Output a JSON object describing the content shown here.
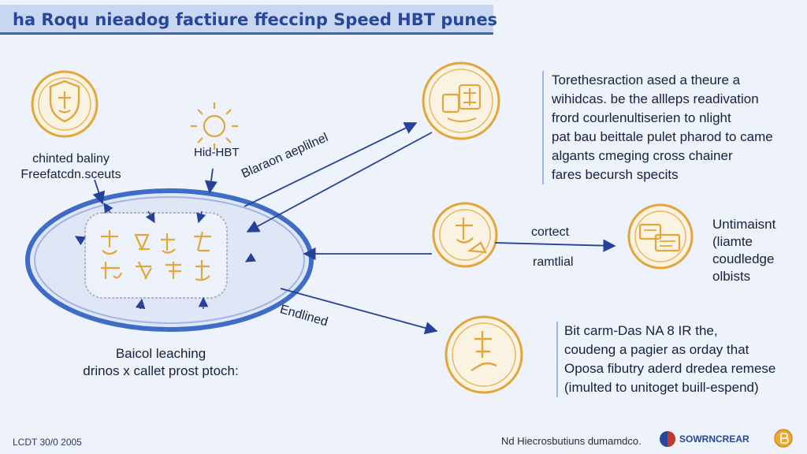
{
  "title": "ha Roqu nieadog factiure ffeccinp Speed HBT punes",
  "left_label": {
    "line1": "chinted baliny",
    "line2": "Freefatcdn.sceuts"
  },
  "sun_label": "Hid-HBT",
  "bottom_label": {
    "line1": "Baicol leaching",
    "line2": "drinos x callet prost ptoch:"
  },
  "arrow_labels": {
    "top": "Blaraon aeplilnel",
    "middle_top": "cortect",
    "middle_bottom": "ramtlial",
    "bottom": "Endlined"
  },
  "note_top": [
    "Torethesraction ased a theure a",
    "wihidcas. be the allleps readivation",
    "frord courlenultiserien to nlight",
    "pat bau beittale pulet pharod to came",
    "algants cmeging cross chainer",
    "fares becursh specits"
  ],
  "note_right": [
    "Untimaisnt",
    "(liamte",
    "coudledge",
    "olbists"
  ],
  "note_bottom": [
    "Bit carm-Das NA 8 IR the,",
    "coudeng a pagier as orday that",
    "Oposa fibutry aderd dredea remese",
    "(imulted to unitoget buill-espend)"
  ],
  "footer_left": "LCDT 30/0 2005",
  "footer_right": "Nd Hiecrosbutiuns dumamdco.",
  "brand_name": "SOWRNCREAR",
  "icons": [
    "shield-icon",
    "sun-icon",
    "hand-coin-icon",
    "wallet-icon",
    "transfer-icon",
    "bitcoin-icon"
  ],
  "colors": {
    "accent_blue": "#3e64b4",
    "circle_gold": "#e2a63c",
    "ellipse_blue": "#3f6cc4"
  }
}
